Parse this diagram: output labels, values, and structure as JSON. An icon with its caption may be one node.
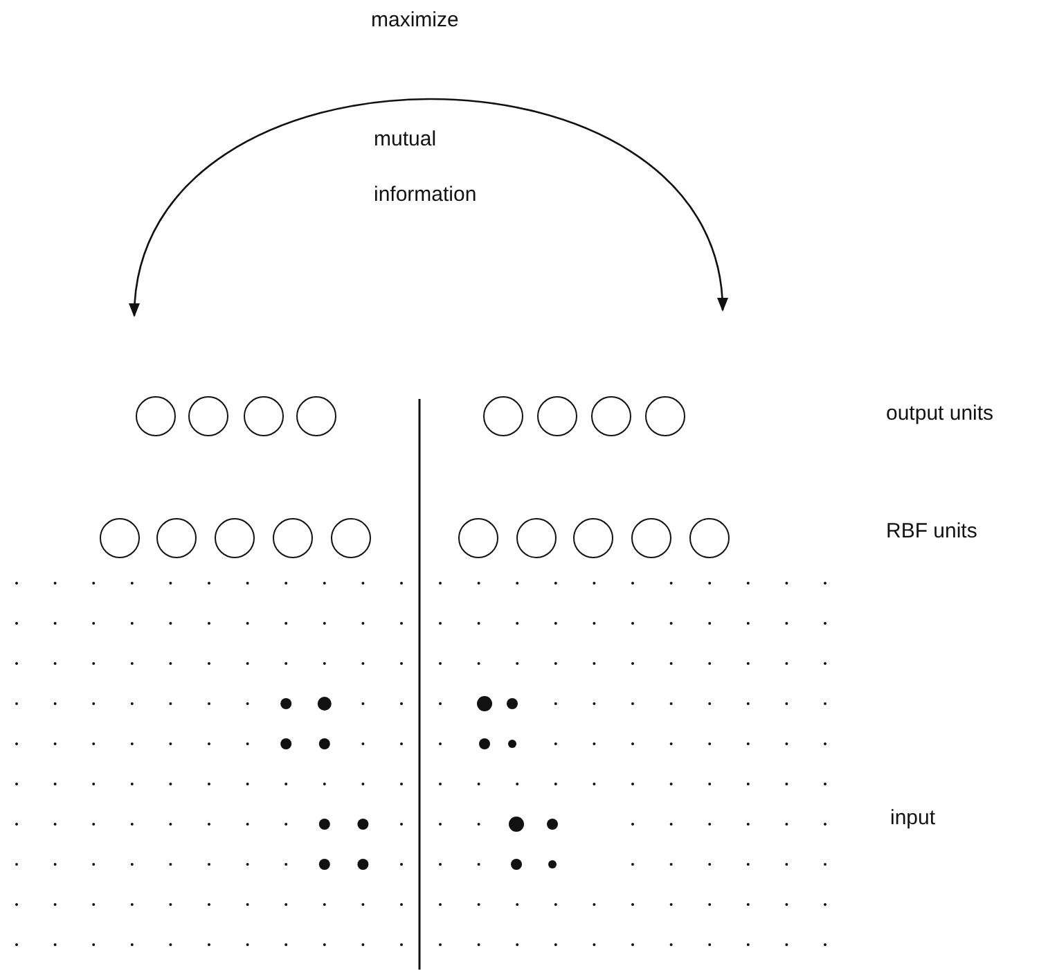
{
  "diagram": {
    "nodes": [
      {
        "text": [],
        "shape": "circle"
      },
      {
        "text": [],
        "shape": "circle"
      },
      {
        "text": [],
        "shape": "circle"
      },
      {
        "text": [],
        "shape": "circle"
      },
      {
        "text": [],
        "shape": "circle"
      },
      {
        "text": [],
        "shape": "circle"
      },
      {
        "text": [],
        "shape": "circle"
      },
      {
        "text": [],
        "shape": "circle"
      },
      {
        "text": [],
        "shape": "circle"
      },
      {
        "text": [],
        "shape": "circle"
      },
      {
        "text": [],
        "shape": "circle"
      },
      {
        "text": [],
        "shape": "circle"
      },
      {
        "text": [],
        "shape": "circle"
      },
      {
        "text": [],
        "shape": "circle"
      },
      {
        "text": [],
        "shape": "circle"
      },
      {
        "text": [],
        "shape": "circle"
      },
      {
        "text": [],
        "shape": "circle"
      },
      {
        "text": [],
        "shape": "circle"
      }
    ],
    "labels": [
      "maximize",
      "mutual",
      "information",
      "output units",
      "RBF units",
      "input"
    ]
  }
}
